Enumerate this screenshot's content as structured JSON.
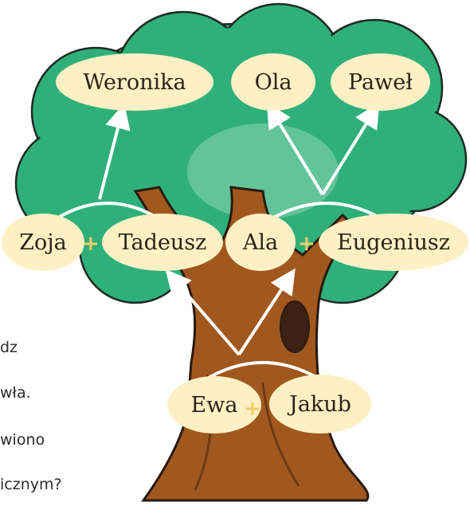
{
  "background_text": [
    "dz",
    "wła.",
    "wiono",
    "icznym?"
  ],
  "people": {
    "weronika": "Weronika",
    "ola": "Ola",
    "pawel": "Paweł",
    "zoja": "Zoja",
    "tadeusz": "Tadeusz",
    "ala": "Ala",
    "eugeniusz": "Eugeniusz",
    "ewa": "Ewa",
    "jakub": "Jakub"
  },
  "couple_symbol": "+",
  "relations": [
    {
      "parents": [
        "Zoja",
        "Tadeusz"
      ],
      "children": [
        "Weronika"
      ]
    },
    {
      "parents": [
        "Ala",
        "Eugeniusz"
      ],
      "children": [
        "Ola",
        "Paweł"
      ]
    },
    {
      "parents": [
        "Ewa",
        "Jakub"
      ],
      "children": [
        "Tadeusz",
        "Ala"
      ]
    }
  ],
  "colors": {
    "foliage": "#2fb07a",
    "foliage_light": "#63c49a",
    "trunk": "#a0581f",
    "node_fill": "#fdf0c4",
    "plus": "#f3cd6a",
    "arrow": "#ffffff"
  }
}
